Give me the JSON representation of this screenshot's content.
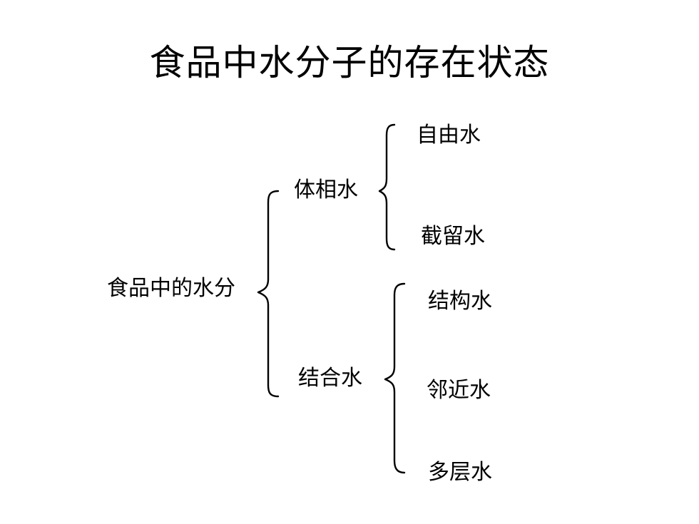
{
  "title": "食品中水分子的存在状态",
  "tree": {
    "root": "食品中的水分",
    "branch_bulk": {
      "label": "体相水",
      "children": [
        "自由水",
        "截留水"
      ]
    },
    "branch_bound": {
      "label": "结合水",
      "children": [
        "结构水",
        "邻近水",
        "多层水"
      ]
    }
  }
}
